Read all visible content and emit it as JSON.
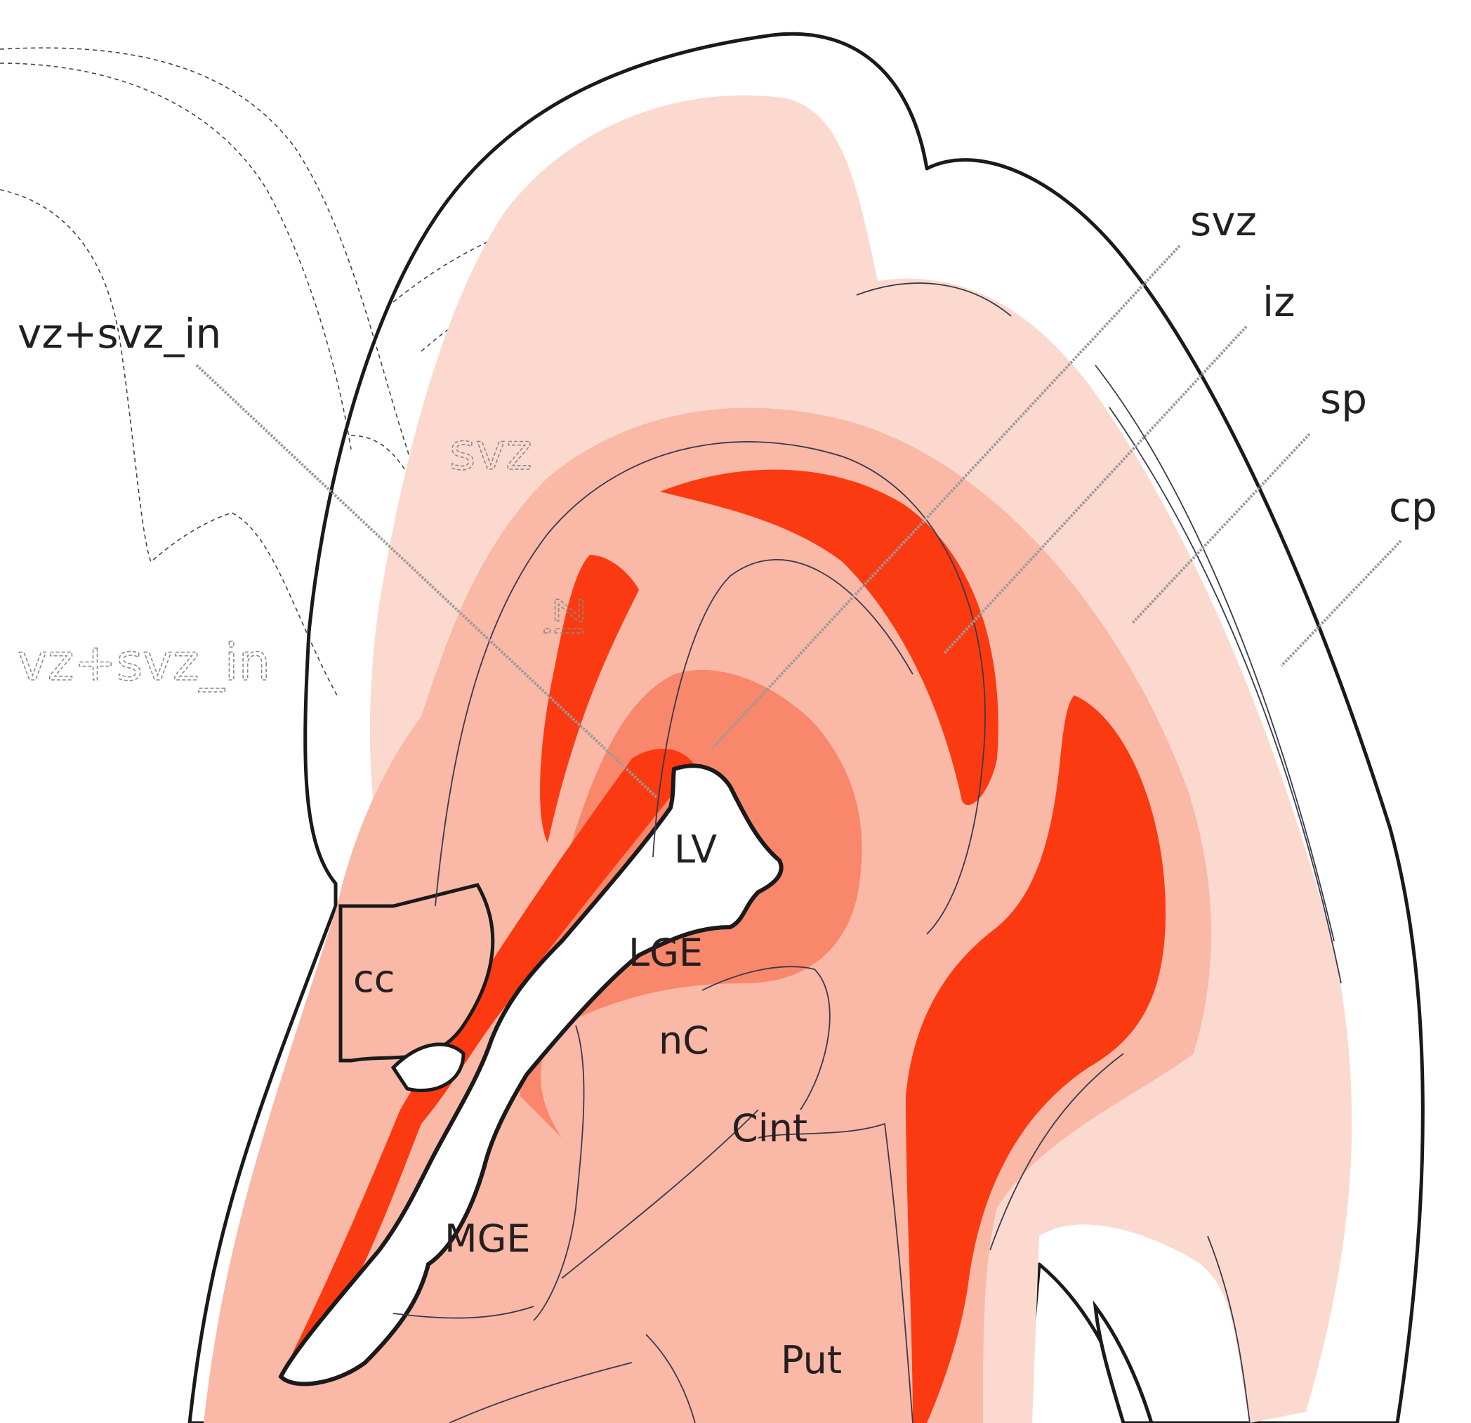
{
  "labels": {
    "svz": "svz",
    "iz": "iz",
    "sp": "sp",
    "cp": "cp",
    "vz_svz_in": "vz+svz_in",
    "lv": "LV",
    "lge": "LGE",
    "cc": "cc",
    "nc": "nC",
    "cint": "Cint",
    "mge": "MGE",
    "put": "Put",
    "ghost_svz": "svz",
    "ghost_iz": "iz",
    "ghost_vz_svz_in": "vz+svz_in"
  },
  "colors": {
    "cp_zone": "#fcd9cf",
    "iz_zone": "#fab8a7",
    "svz_zone": "#f9876b",
    "vz_zone": "#fb3a12",
    "outline": "#1a1a1a",
    "leader": "#9a9a9a"
  }
}
